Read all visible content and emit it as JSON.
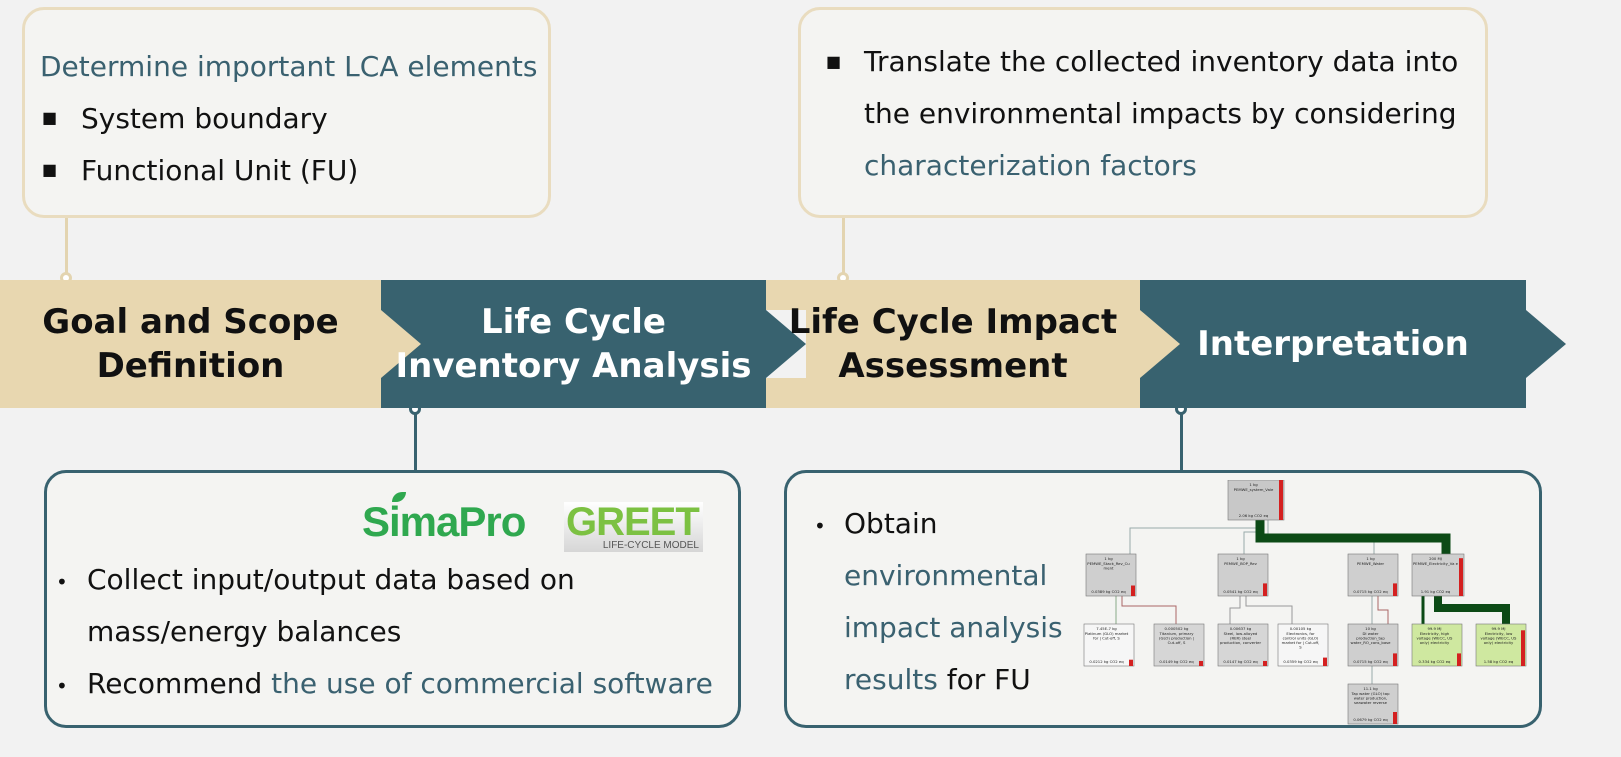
{
  "stages": [
    {
      "label_lines": [
        "Goal and Scope",
        "Definition"
      ]
    },
    {
      "label_lines": [
        "Life Cycle",
        "Inventory Analysis"
      ]
    },
    {
      "label_lines": [
        "Life Cycle Impact",
        "Assessment"
      ]
    },
    {
      "label_lines": [
        "Interpretation"
      ]
    }
  ],
  "goal_box": {
    "heading": "Determine important LCA elements",
    "bullets": [
      "System boundary",
      "Functional Unit (FU)"
    ]
  },
  "impact_box": {
    "lines": [
      "Translate the collected inventory data into",
      "the environmental impacts by considering"
    ],
    "highlight": "characterization factors"
  },
  "inventory_box": {
    "logo_simapro": "SimaPro",
    "logo_greet": "GREET",
    "logo_greet_sub": "LIFE-CYCLE MODEL",
    "bullet1_lines": [
      "Collect input/output data based on",
      "mass/energy balances"
    ],
    "bullet2_plain": "Recommend ",
    "bullet2_highlight": "the use of commercial software"
  },
  "interp_box": {
    "line1": "Obtain",
    "highlight_lines": [
      "environmental",
      "impact analysis",
      "results"
    ],
    "tail": " for FU"
  },
  "network": {
    "nodes": [
      {
        "qty": "1 kg",
        "name": "PEMWE_system_Vale",
        "val": "2.06 kg CO2 eq"
      },
      {
        "qty": "1 kg",
        "name": "PEMWE_Stack_Rev_Cu ment",
        "val": "0.0389 kg CO2 eq"
      },
      {
        "qty": "1 kg",
        "name": "PEMWE_BOP_Rev",
        "val": "0.0541 kg CO2 eq"
      },
      {
        "qty": "1 kg",
        "name": "PEMWE_Water",
        "val": "0.0715 kg CO2 eq"
      },
      {
        "qty": "200 MJ",
        "name": "PEMWE_Electricity_Va e",
        "val": "1.91 kg CO2 eq"
      },
      {
        "qty": "7.45E-7 kg",
        "name": "Platinum (GLO) market for | Cut-off, S",
        "val": "0.0212 kg CO2 eq"
      },
      {
        "qty": "0.000502 kg",
        "name": "Titanium, primary (GLO) production | Cut-off, S",
        "val": "0.0149 kg CO2 eq"
      },
      {
        "qty": "0.00637 kg",
        "name": "Steel, low-alloyed (RER) steel production, converter",
        "val": "0.0147 kg CO2 eq"
      },
      {
        "qty": "0.00105 kg",
        "name": "Electronics, for control units (GLO) market for | Cut-off, S",
        "val": "0.0359 kg CO2 eq"
      },
      {
        "qty": "10 kg",
        "name": "DI water production_tap water_RO_cons_base",
        "val": "0.0715 kg CO2 eq"
      },
      {
        "qty": "99.9 MJ",
        "name": "Electricity, high voltage (WECC, US only) electricity",
        "val": "0.334 kg CO2 eq"
      },
      {
        "qty": "99.9 MJ",
        "name": "Electricity, low voltage (WECC, US only) electricity",
        "val": "1.58 kg CO2 eq"
      },
      {
        "qty": "11.1 kg",
        "name": "Tap water (GLO) tap water production, seawater reverse",
        "val": "0.0679 kg CO2 eq"
      }
    ]
  }
}
